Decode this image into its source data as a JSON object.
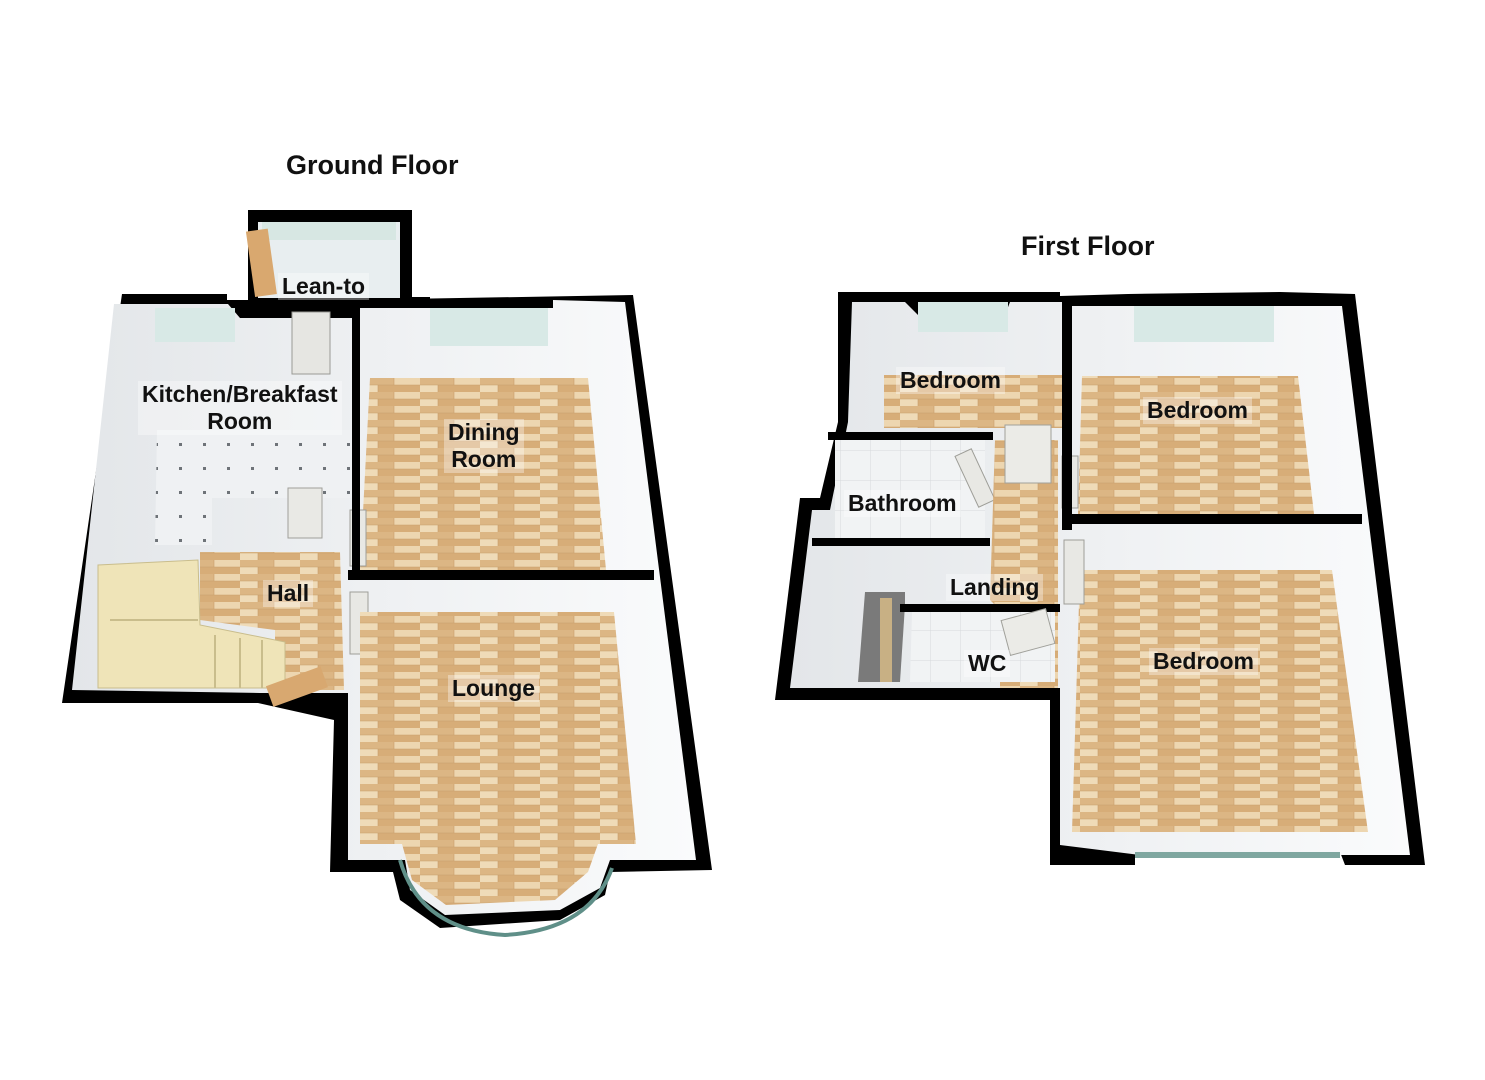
{
  "floors": {
    "ground": {
      "title": "Ground Floor",
      "rooms": {
        "lean_to": "Lean-to",
        "kitchen": "Kitchen/Breakfast\nRoom",
        "dining": "Dining\nRoom",
        "hall": "Hall",
        "lounge": "Lounge"
      }
    },
    "first": {
      "title": "First Floor",
      "rooms": {
        "bedroom_1": "Bedroom",
        "bedroom_2": "Bedroom",
        "bathroom": "Bathroom",
        "landing": "Landing",
        "wc": "WC",
        "bedroom_3": "Bedroom"
      }
    }
  },
  "colors": {
    "wall": "#000000",
    "inner_wall": "#f2f4f6",
    "wood_light": "#e8cfa6",
    "wood_dark": "#d1a774",
    "tile": "#eef0f2",
    "stairs": "#efe3b6",
    "glass": "#dbe9e6"
  }
}
